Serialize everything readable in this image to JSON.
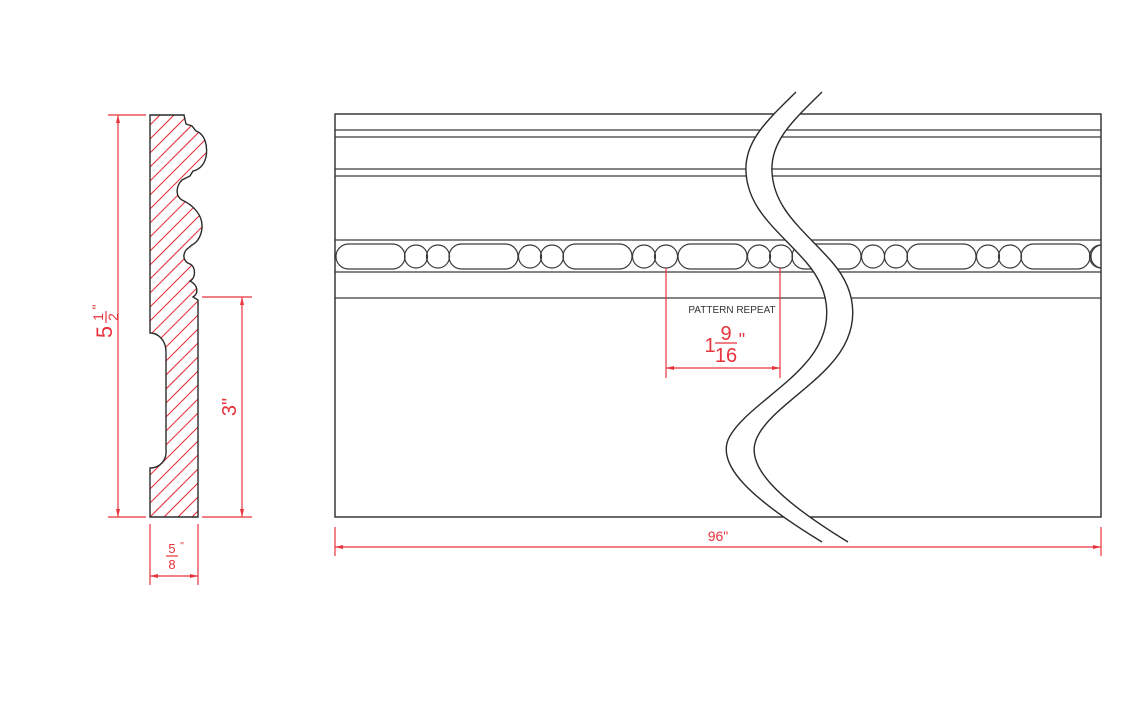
{
  "drawing": {
    "title": "Baseboard moulding profile and elevation",
    "colors": {
      "object_line": "#2a2a2a",
      "dimension": "#e8323c",
      "background": "#ffffff"
    }
  },
  "profile_section": {
    "height_dim": {
      "whole": "5",
      "numerator": "1",
      "denominator": "2",
      "unit": "\""
    },
    "lower_height_dim": {
      "label": "3\""
    },
    "thickness_dim": {
      "numerator": "5",
      "denominator": "8",
      "unit": "\""
    },
    "hatch": "red diagonal section hatch"
  },
  "elevation": {
    "length_dim": {
      "label": "96\""
    },
    "pattern_repeat": {
      "note": "PATTERN REPEAT",
      "whole": "1",
      "numerator": "9",
      "denominator": "16",
      "unit": "\""
    },
    "bead_pattern": [
      "pill",
      "circle",
      "circle"
    ],
    "break_line": "S-curve break symbol"
  }
}
